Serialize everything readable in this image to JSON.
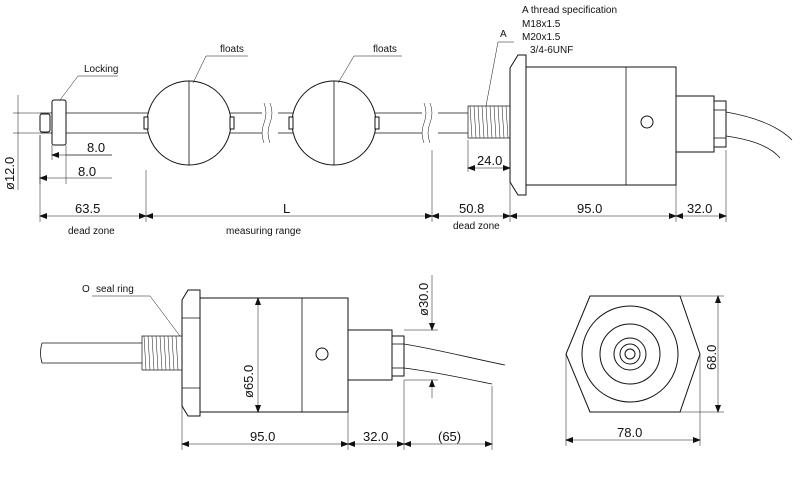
{
  "labels": {
    "locking": "Locking",
    "floats_1": "floats",
    "floats_2": "floats",
    "thread_spec_title": "A thread specification",
    "thread_spec_1": "M18x1.5",
    "thread_spec_2": "M20x1.5",
    "thread_spec_3": "3/4-6UNF",
    "thread_marker": "A",
    "dead_zone_left": "dead zone",
    "measuring_range": "measuring range",
    "dead_zone_right": "dead zone",
    "seal_ring_marker": "O",
    "seal_ring": "seal ring"
  },
  "dimensions": {
    "d_8_top": "8.0",
    "d_8_bottom": "8.0",
    "d_phi12": "ø12.0",
    "d_24": "24.0",
    "d_63_5": "63.5",
    "d_L": "L",
    "d_50_8": "50.8",
    "d_95_top": "95.0",
    "d_32_top": "32.0",
    "d_phi30": "ø30.0",
    "d_phi65": "ø65.0",
    "d_95_bottom": "95.0",
    "d_32_bottom": "32.0",
    "d_65_paren": "(65)",
    "d_78": "78.0",
    "d_68": "68.0"
  }
}
